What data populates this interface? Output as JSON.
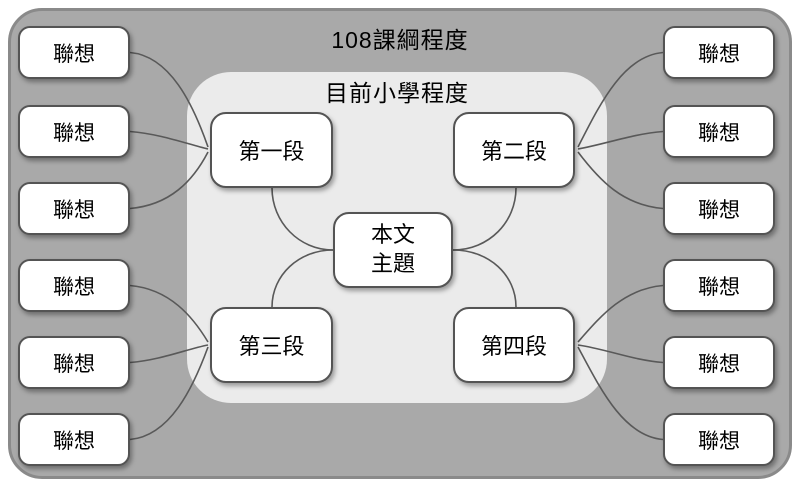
{
  "mindmap": {
    "outer_group": {
      "title": "108課綱程度"
    },
    "inner_group": {
      "title": "目前小學程度"
    },
    "center": {
      "label": "本文\n主題"
    },
    "sections": [
      {
        "label": "第一段",
        "position": "top-left"
      },
      {
        "label": "第二段",
        "position": "top-right"
      },
      {
        "label": "第三段",
        "position": "bottom-left"
      },
      {
        "label": "第四段",
        "position": "bottom-right"
      }
    ],
    "associations": {
      "left_top": [
        {
          "label": "聯想"
        },
        {
          "label": "聯想"
        },
        {
          "label": "聯想"
        }
      ],
      "left_bottom": [
        {
          "label": "聯想"
        },
        {
          "label": "聯想"
        },
        {
          "label": "聯想"
        }
      ],
      "right_top": [
        {
          "label": "聯想"
        },
        {
          "label": "聯想"
        },
        {
          "label": "聯想"
        }
      ],
      "right_bottom": [
        {
          "label": "聯想"
        },
        {
          "label": "聯想"
        },
        {
          "label": "聯想"
        }
      ]
    }
  },
  "colors": {
    "outer_fill": "#a9a9a9",
    "outer_border": "#8a8a8a",
    "inner_fill": "#ebebeb",
    "node_fill": "#ffffff",
    "node_border": "#545454",
    "connector": "#595959",
    "text": "#000000"
  }
}
